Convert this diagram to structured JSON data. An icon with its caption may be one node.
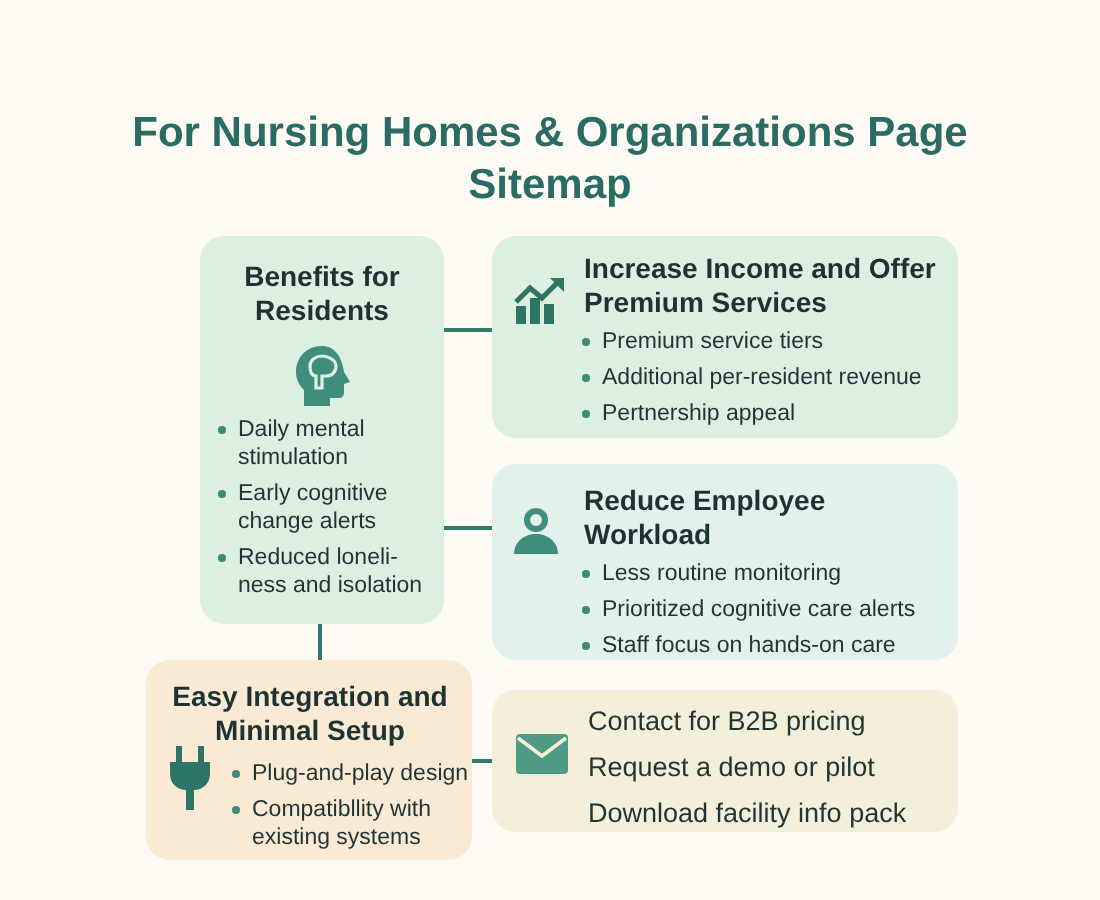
{
  "diagram": {
    "title": "For Nursing Homes & Organizations Page Sitemap",
    "nodes": [
      {
        "text": [
          "Benefits for Residents",
          "Daily mental stimulation",
          "Early cognitive change alerts",
          "Reduced loneli- ness and isolation"
        ]
      },
      {
        "text": [
          "Increase Income and Offer Premium Services",
          "Premium service tiers",
          "Additional per-resident revenue",
          "Pertnership appeal"
        ]
      },
      {
        "text": [
          "Reduce Employee Workload",
          "Less routine monitoring",
          "Prioritized cognitive care alerts",
          "Staff focus on hands-on care"
        ]
      },
      {
        "text": [
          "Easy Integration and Minimal Setup",
          "Plug-and-play design",
          "Compatibllity with existing systems"
        ]
      },
      {
        "text": [
          "Contact for B2B pricing",
          "Request a demo or pilot",
          "Download facility info pack"
        ]
      }
    ],
    "edges": [
      {
        "from": 0,
        "to": 1,
        "arrow": "none"
      },
      {
        "from": 0,
        "to": 2,
        "arrow": "none"
      },
      {
        "from": 0,
        "to": 3,
        "arrow": "none"
      },
      {
        "from": 3,
        "to": 4,
        "arrow": "none"
      }
    ]
  }
}
